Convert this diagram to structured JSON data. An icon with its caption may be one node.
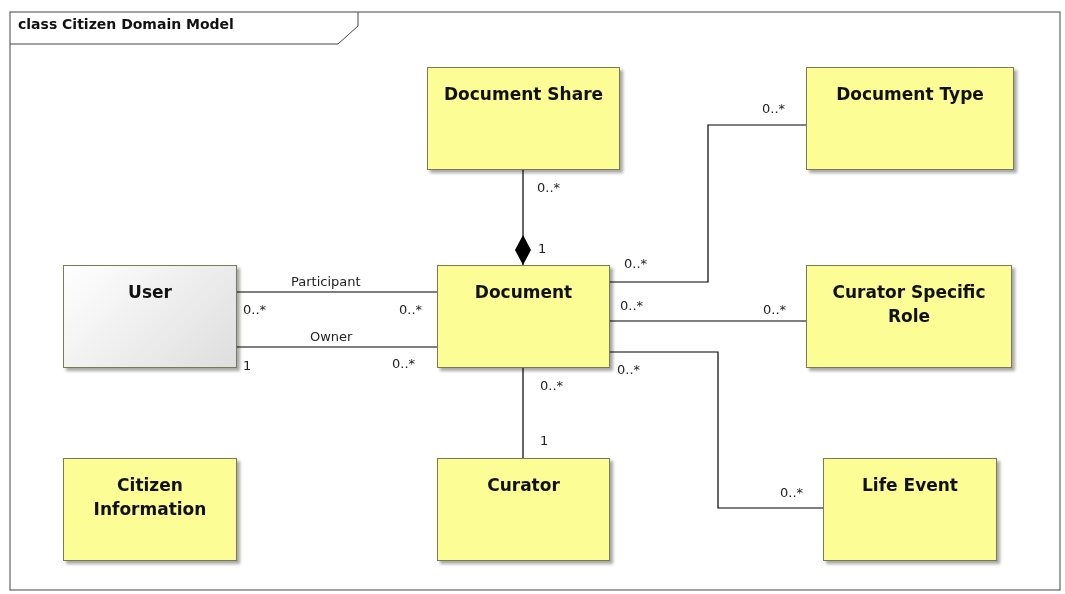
{
  "diagram": {
    "title": "class Citizen Domain Model",
    "nodes": [
      {
        "text": [
          "Document Share"
        ]
      },
      {
        "text": [
          "Document Type"
        ]
      },
      {
        "text": [
          "User"
        ]
      },
      {
        "text": [
          "Document"
        ]
      },
      {
        "text": [
          "Curator Specific Role"
        ]
      },
      {
        "text": [
          "Citizen Information"
        ]
      },
      {
        "text": [
          "Curator"
        ]
      },
      {
        "text": [
          "Life Event"
        ]
      }
    ],
    "edges": [
      {
        "from": 0,
        "to": 3,
        "arrow": "other"
      },
      {
        "from": 2,
        "to": 3,
        "arrow": "none",
        "label": "Participant"
      },
      {
        "from": 2,
        "to": 3,
        "arrow": "none",
        "label": "Owner"
      },
      {
        "from": 3,
        "to": 1,
        "arrow": "none"
      },
      {
        "from": 3,
        "to": 4,
        "arrow": "none"
      },
      {
        "from": 3,
        "to": 7,
        "arrow": "none"
      },
      {
        "from": 3,
        "to": 6,
        "arrow": "none"
      }
    ],
    "labels": [
      "0..*",
      "0..*",
      "1",
      "0..*",
      "0..*",
      "0..*",
      "0..*",
      "0..*",
      "1",
      "0..*",
      "0..*",
      "0..*",
      "1",
      "0..*"
    ]
  }
}
